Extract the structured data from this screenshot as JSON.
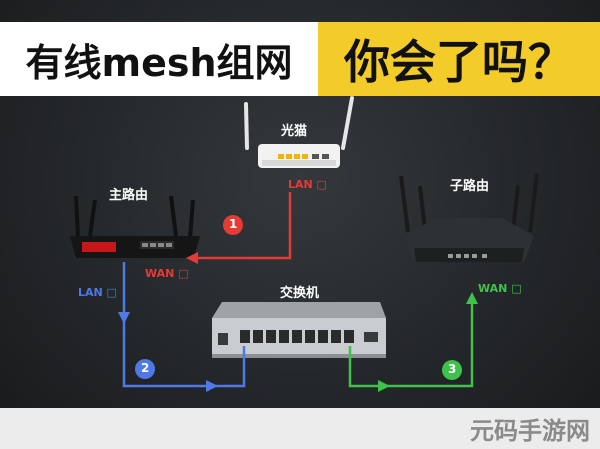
{
  "title": {
    "left": "有线mesh组网",
    "right": "你会了吗？"
  },
  "devices": {
    "modem": "光猫",
    "main_router": "主路由",
    "sub_router": "子路由",
    "switch": "交换机"
  },
  "ports": {
    "modem_lan": "LAN □",
    "main_wan": "WAN □",
    "main_lan": "LAN □",
    "sub_wan": "WAN □"
  },
  "steps": [
    "1",
    "2",
    "3"
  ],
  "colors": {
    "step1": "#e53b35",
    "step2": "#4e79e6",
    "step3": "#3ec24a",
    "banner_yellow": "#f4cc2a"
  },
  "watermark": "元码手游网"
}
